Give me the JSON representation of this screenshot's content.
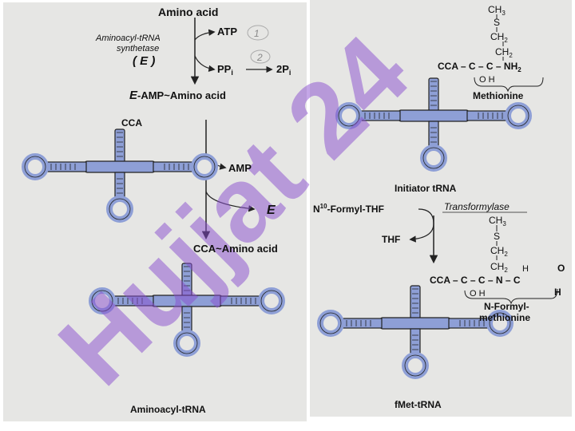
{
  "colors": {
    "panel": "#e6e6e4",
    "trna_fill": "#8e9fd6",
    "trna_stroke": "#222",
    "watermark": "#8a4fd0",
    "text": "#111"
  },
  "watermark": "Hujjat 24",
  "left": {
    "amino_acid": "Amino acid",
    "enzyme_name": "Aminoacyl-tRNA",
    "enzyme_name2": "synthetase",
    "enzyme_symbol": "( E )",
    "atp": "ATP",
    "atp_note": "1",
    "ppi": "PP",
    "ppi_sub": "i",
    "two_pi": "2P",
    "two_pi_sub": "i",
    "ppi_note": "2",
    "intermediate_e": "E",
    "intermediate": "-AMP~Amino acid",
    "cca": "CCA",
    "amp": "AMP",
    "released_e": "E",
    "cca_aa": "CCA~Amino acid",
    "product": "Aminoacyl-tRNA"
  },
  "right": {
    "ch3": "CH",
    "ch3_sub": "3",
    "s": "S",
    "ch2a": "CH",
    "ch2a_sub": "2",
    "ch2b": "CH",
    "ch2b_sub": "2",
    "cca_c_c": "CCA – C – C – NH",
    "nh2_sub": "2",
    "o_h": "O    H",
    "methionine": "Methionine",
    "initiator": "Initiator tRNA",
    "n10": "N",
    "n10_sup": "10",
    "formyl_thf": "-Formyl-THF",
    "transformylase": "Transformylase",
    "thf": "THF",
    "ch3_2": "CH",
    "ch3_2_sub": "3",
    "s_2": "S",
    "ch2c": "CH",
    "ch2c_sub": "2",
    "ch2d": "CH",
    "ch2d_sub": "2",
    "h_top": "H",
    "o_top": "O",
    "cca_2": "CCA – C – C – N – C",
    "o_h_2": "O    H",
    "h_right": "H",
    "n_formyl": "N-Formyl-",
    "n_formyl2": "methionine",
    "fmet": "fMet-tRNA"
  }
}
